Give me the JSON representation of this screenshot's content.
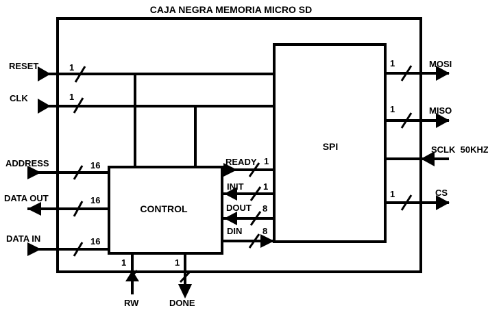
{
  "title": "CAJA NEGRA MEMORIA MICRO SD",
  "blocks": {
    "control": "CONTROL",
    "spi": "SPI"
  },
  "signals": {
    "reset": "RESET",
    "clk": "CLK",
    "address": "ADDRESS",
    "data_out": "DATA OUT",
    "data_in": "DATA IN",
    "rw": "RW",
    "done": "DONE",
    "ready": "READY",
    "init": "INIT",
    "dout": "DOUT",
    "din": "DIN",
    "mosi": "MOSI",
    "miso": "MISO",
    "sclk": "SCLK  50KHZ",
    "cs": "CS"
  },
  "widths": {
    "reset": "1",
    "clk": "1",
    "address": "16",
    "data_out": "16",
    "data_in": "16",
    "rw": "1",
    "done": "1",
    "ready": "1",
    "init": "1",
    "dout": "8",
    "din": "8",
    "mosi": "1",
    "miso": "1",
    "cs": "1"
  }
}
